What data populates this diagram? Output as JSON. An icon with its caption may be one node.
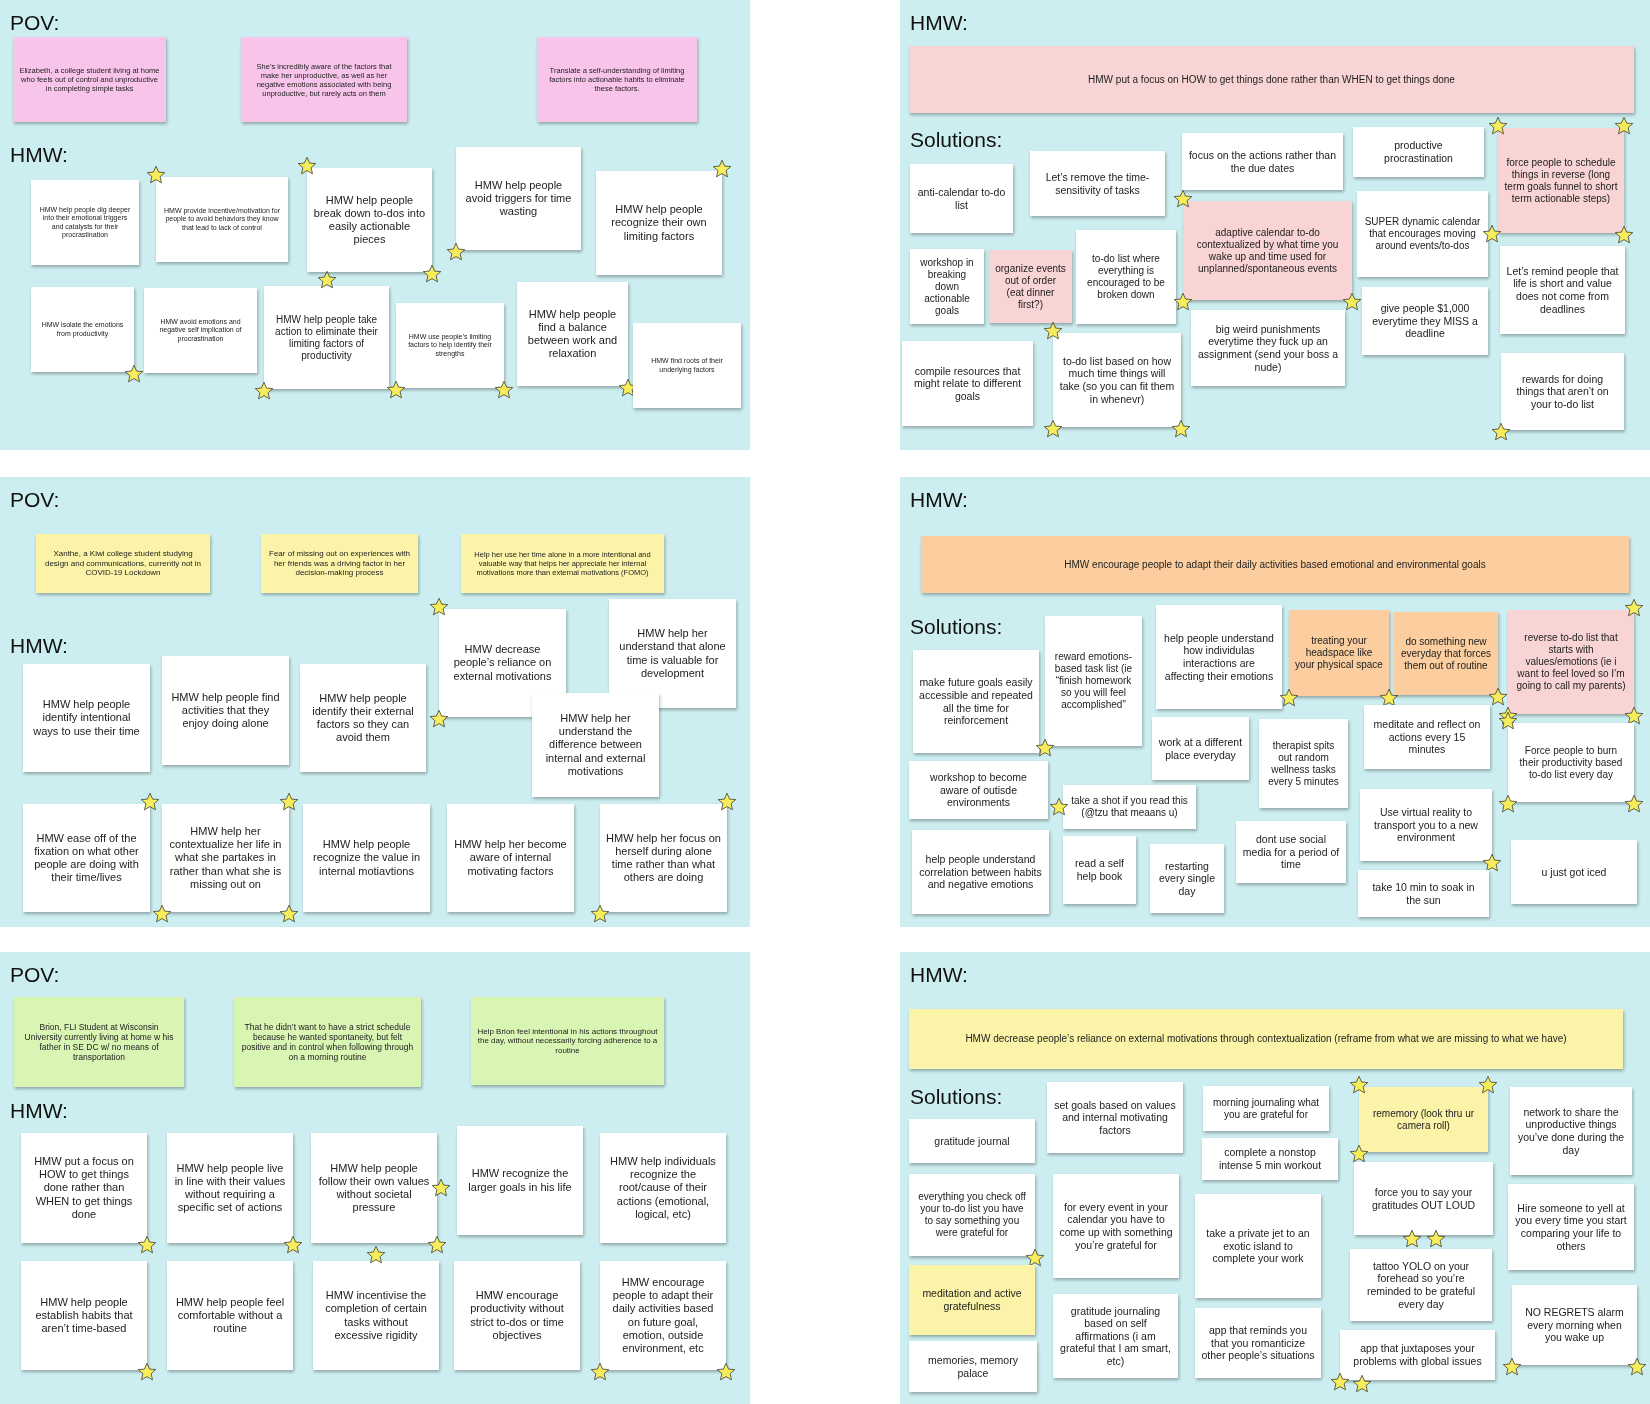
{
  "diagram": {
    "nodes": [
      {
        "text": [
          "POV:",
          "HMW:"
        ]
      },
      {
        "text": [
          "Elizabeth, a college student living at home who feels out of control and unproductive in completing simple tasks"
        ],
        "in": 0
      },
      {
        "text": [
          "She’s incredibly aware of the factors that make her unproductive, as well as her negative emotions associated with being unproductive, but rarely acts on them"
        ],
        "in": 0
      },
      {
        "text": [
          "Translate a self-understanding of limiting factors into actionable habits to eliminate these factors."
        ],
        "in": 0
      },
      {
        "text": [
          "HMW help people dig deeper into their emotional triggers and catalysts for their procrastination"
        ],
        "in": 0
      },
      {
        "text": [
          "HMW provide incentive/motivation for people to avoid behaviors they know that lead to lack of control"
        ],
        "in": 0
      },
      {
        "text": [
          "HMW help people break down to-dos into easily actionable pieces"
        ],
        "in": 0
      },
      {
        "text": [
          "HMW help people avoid triggers for time wasting"
        ],
        "in": 0
      },
      {
        "text": [
          "HMW help people recognize their own limiting factors"
        ],
        "in": 0
      },
      {
        "text": [
          "HMW isolate the emotions from productivity"
        ],
        "in": 0
      },
      {
        "text": [
          "HMW avoid emotions and negative self implication of procrastination"
        ],
        "in": 0
      },
      {
        "text": [
          "HMW help people take action to eliminate their limiting factors of productivity"
        ],
        "in": 0
      },
      {
        "text": [
          "HMW use people’s limiting factors to help identify their strengths"
        ],
        "in": 0
      },
      {
        "text": [
          "HMW help people find a balance between work and relaxation"
        ],
        "in": 0
      },
      {
        "text": [
          "HMW find roots of their underlying factors"
        ],
        "in": 0
      },
      {
        "text": [
          "HMW:",
          "Solutions:"
        ]
      },
      {
        "text": [
          "HMW put a focus on HOW to get things done rather than WHEN to get things done"
        ],
        "in": 15
      },
      {
        "text": [
          "anti-calendar to-do list"
        ],
        "in": 15
      },
      {
        "text": [
          "Let’s remove the time-sensitivity of tasks"
        ],
        "in": 15
      },
      {
        "text": [
          "focus on the actions rather than the due dates"
        ],
        "in": 15
      },
      {
        "text": [
          "productive procrastination"
        ],
        "in": 15
      },
      {
        "text": [
          "force people to schedule things in reverse (long term goals funnel to short term actionable steps)"
        ],
        "in": 15
      },
      {
        "text": [
          "workshop in breaking down actionable goals"
        ],
        "in": 15
      },
      {
        "text": [
          "organize events out of order (eat dinner first?)"
        ],
        "in": 15
      },
      {
        "text": [
          "to-do list where everything is encouraged to be broken down"
        ],
        "in": 15
      },
      {
        "text": [
          "adaptive calendar to-do contextualized by what time you wake up and time used for unplanned/spontaneous events"
        ],
        "in": 15
      },
      {
        "text": [
          "SUPER dynamic calendar that encourages moving around events/to-dos"
        ],
        "in": 15
      },
      {
        "text": [
          "Let’s remind people that life is short and value does not come from deadlines"
        ],
        "in": 15
      },
      {
        "text": [
          "give people $1,000 everytime they MISS a deadline"
        ],
        "in": 15
      },
      {
        "text": [
          "big weird punishments everytime they fuck up an assignment (send your boss a nude)"
        ],
        "in": 15
      },
      {
        "text": [
          "compile resources that might relate to different goals"
        ],
        "in": 15
      },
      {
        "text": [
          "to-do list based on how much time things will take (so you can fit them in whenevr)"
        ],
        "in": 15
      },
      {
        "text": [
          "rewards for doing things that aren’t on your to-do list"
        ],
        "in": 15
      },
      {
        "text": [
          "POV:",
          "HMW:"
        ]
      },
      {
        "text": [
          "Xanthe, a Kiwi college student studying design and communications, currently not in COVID-19 Lockdown"
        ],
        "in": 33
      },
      {
        "text": [
          "Fear of missing out on experiences with her friends was a driving factor in her decision-making process"
        ],
        "in": 33
      },
      {
        "text": [
          "Help her use her time alone in a more intentional and valuable way that helps her appreciate her internal motivations more than external motivations (FOMO)"
        ],
        "in": 33
      },
      {
        "text": [
          "HMW help people identify intentional ways to use their time"
        ],
        "in": 33
      },
      {
        "text": [
          "HMW help people find activities that they enjoy doing alone"
        ],
        "in": 33
      },
      {
        "text": [
          "HMW help people identify their external factors so they can avoid them"
        ],
        "in": 33
      },
      {
        "text": [
          "HMW decrease people’s reliance on external motivations"
        ],
        "in": 33
      },
      {
        "text": [
          "HMW help her understand that alone time is valuable for development"
        ],
        "in": 33
      },
      {
        "text": [
          "HMW help her understand the difference between internal and external motivations"
        ],
        "in": 33
      },
      {
        "text": [
          "HMW ease off of the fixation on what other people are doing with their time/lives"
        ],
        "in": 33
      },
      {
        "text": [
          "HMW help her contextualize her life in what she partakes in rather than what she is missing out on"
        ],
        "in": 33
      },
      {
        "text": [
          "HMW help people recognize the value in internal motiavtions"
        ],
        "in": 33
      },
      {
        "text": [
          "HMW help her become aware of internal motivating factors"
        ],
        "in": 33
      },
      {
        "text": [
          "HMW help her focus on herself during alone time rather than what others are doing"
        ],
        "in": 33
      },
      {
        "text": [
          "HMW:",
          "Solutions:"
        ]
      },
      {
        "text": [
          "HMW encourage people to adapt their daily activities based emotional and environmental goals"
        ],
        "in": 48
      },
      {
        "text": [
          "make future goals easily accessible and repeated all the time for reinforcement"
        ],
        "in": 48
      },
      {
        "text": [
          "reward emotions-based task list (ie “finish homework so you will feel accomplished”"
        ],
        "in": 48
      },
      {
        "text": [
          "help people understand how individulas interactions are affecting their emotions"
        ],
        "in": 48
      },
      {
        "text": [
          "treating your headspace like your physical space"
        ],
        "in": 48
      },
      {
        "text": [
          "do something new everyday that forces them out of routine"
        ],
        "in": 48
      },
      {
        "text": [
          "reverse to-do list that starts with values/emotions (ie i want to feel loved so I’m going to call my parents)"
        ],
        "in": 48
      },
      {
        "text": [
          "work at a different place everyday"
        ],
        "in": 48
      },
      {
        "text": [
          "therapist spits out random wellness tasks every 5 minutes"
        ],
        "in": 48
      },
      {
        "text": [
          "meditate and reflect on actions every 15 minutes"
        ],
        "in": 48
      },
      {
        "text": [
          "Force people to burn their productivity based to-do list every day"
        ],
        "in": 48
      },
      {
        "text": [
          "workshop to become aware of outisde environments"
        ],
        "in": 48
      },
      {
        "text": [
          "take a shot if you read this (@tzu that meaans u)"
        ],
        "in": 48
      },
      {
        "text": [
          "Use virtual reality to transport you to a new environment"
        ],
        "in": 48
      },
      {
        "text": [
          "help people understand correlation between habits and negative emotions"
        ],
        "in": 48
      },
      {
        "text": [
          "read a self help book"
        ],
        "in": 48
      },
      {
        "text": [
          "restarting every single day"
        ],
        "in": 48
      },
      {
        "text": [
          "dont use social media for a period of time"
        ],
        "in": 48
      },
      {
        "text": [
          "take 10 min to soak in the sun"
        ],
        "in": 48
      },
      {
        "text": [
          "u just got iced"
        ],
        "in": 48
      },
      {
        "text": [
          "POV:",
          "HMW:"
        ]
      },
      {
        "text": [
          "Brion, FLI Student at Wisconsin University currently living at home w his father in SE DC w/ no means of transportation"
        ],
        "in": 69
      },
      {
        "text": [
          "That he didn’t want to have a strict schedule because he wanted spontaneity, but felt positive and in control when following through on a morning routine"
        ],
        "in": 69
      },
      {
        "text": [
          "Help Brion feel intentional in his actions throughout the day, without necessarily forcing adherence to a routine"
        ],
        "in": 69
      },
      {
        "text": [
          "HMW put a focus on HOW to get things done rather than WHEN to get things done"
        ],
        "in": 69
      },
      {
        "text": [
          "HMW help people live in line with their values without requiring a specific set of actions"
        ],
        "in": 69
      },
      {
        "text": [
          "HMW help people follow their own values without societal pressure"
        ],
        "in": 69
      },
      {
        "text": [
          "HMW recognize the larger goals in his life"
        ],
        "in": 69
      },
      {
        "text": [
          "HMW help individuals recognize the root/cause of their actions (emotional, logical, etc)"
        ],
        "in": 69
      },
      {
        "text": [
          "HMW help people establish habits that aren’t time-based"
        ],
        "in": 69
      },
      {
        "text": [
          "HMW help people feel comfortable without a routine"
        ],
        "in": 69
      },
      {
        "text": [
          "HMW incentivise the completion of certain tasks without excessive rigidity"
        ],
        "in": 69
      },
      {
        "text": [
          "HMW encourage productivity without strict to-dos or time objectives"
        ],
        "in": 69
      },
      {
        "text": [
          "HMW encourage people to adapt their daily activities based on future goal, emotion, outside environment, etc"
        ],
        "in": 69
      },
      {
        "text": [
          "HMW:",
          "Solutions:"
        ]
      },
      {
        "text": [
          "HMW decrease people’s reliance on external motivations through contextualization (reframe from what we are missing to what we have)"
        ],
        "in": 83
      },
      {
        "text": [
          "gratitude journal"
        ],
        "in": 83
      },
      {
        "text": [
          "set goals based on values and internal motivating factors"
        ],
        "in": 83
      },
      {
        "text": [
          "morning journaling what you are grateful for"
        ],
        "in": 83
      },
      {
        "text": [
          "rememory (look thru ur camera roll)"
        ],
        "in": 83
      },
      {
        "text": [
          "network to share the unproductive things you’ve done during the day"
        ],
        "in": 83
      },
      {
        "text": [
          "complete a nonstop intense 5 min workout"
        ],
        "in": 83
      },
      {
        "text": [
          "everything you check off your to-do list you have to say something you were grateful for"
        ],
        "in": 83
      },
      {
        "text": [
          "for every event in your calendar you have to come up with something you’re grateful for"
        ],
        "in": 83
      },
      {
        "text": [
          "take a private jet to an exotic island to complete your work"
        ],
        "in": 83
      },
      {
        "text": [
          "force you to say your gratitudes OUT LOUD"
        ],
        "in": 83
      },
      {
        "text": [
          "Hire someone to yell at you every time you start comparing your life to others"
        ],
        "in": 83
      },
      {
        "text": [
          "meditation and active gratefulness"
        ],
        "in": 83
      },
      {
        "text": [
          "tattoo YOLO on your forehead so you’re reminded to be grateful every day"
        ],
        "in": 83
      },
      {
        "text": [
          "gratitude journaling based on self affirmations (i am grateful that I am smart, etc)"
        ],
        "in": 83
      },
      {
        "text": [
          "app that reminds you that you romanticize other people’s situations"
        ],
        "in": 83
      },
      {
        "text": [
          "NO REGRETS alarm every morning when you wake up"
        ],
        "in": 83
      },
      {
        "text": [
          "memories, memory palace"
        ],
        "in": 83
      },
      {
        "text": [
          "app that juxtaposes your problems with global issues"
        ],
        "in": 83
      }
    ]
  }
}
